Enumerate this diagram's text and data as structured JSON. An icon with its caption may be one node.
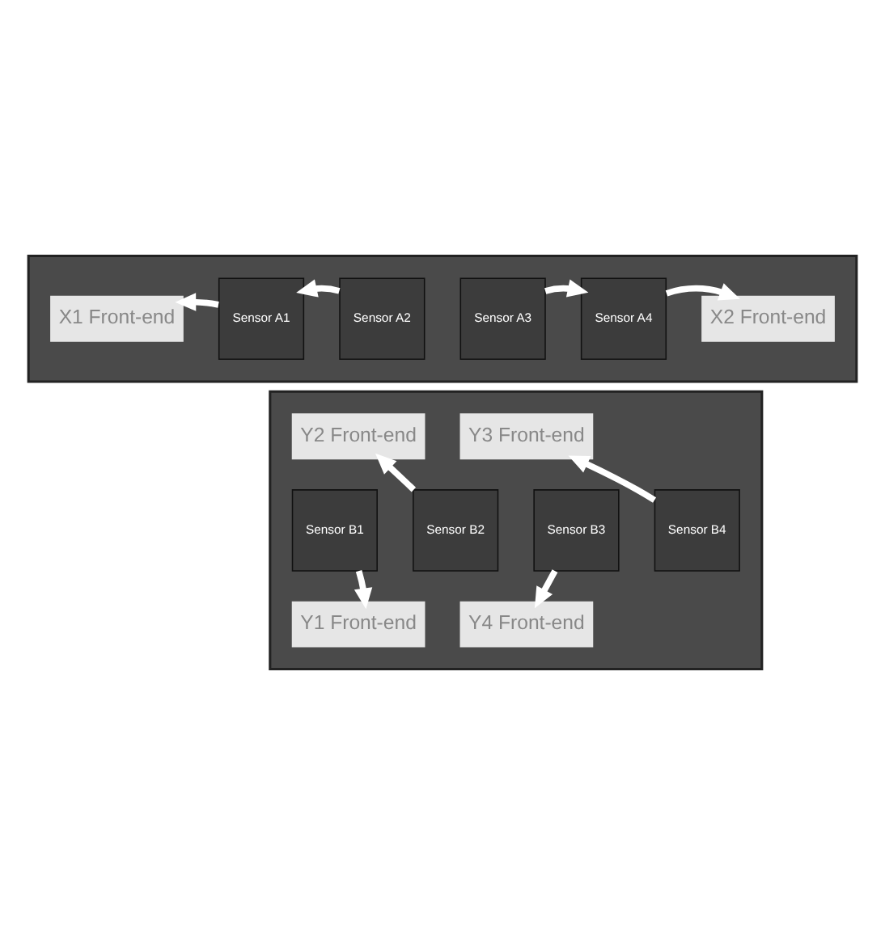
{
  "diagram": {
    "nodes": [
      {
        "text": [],
        "shape": "box"
      },
      {
        "text": [
          "X1 Front-end"
        ],
        "in": 0
      },
      {
        "text": [
          "Sensor A1"
        ],
        "in": 0
      },
      {
        "text": [
          "Sensor A2"
        ],
        "in": 0
      },
      {
        "text": [
          "Sensor A3"
        ],
        "in": 0
      },
      {
        "text": [
          "Sensor A4"
        ],
        "in": 0
      },
      {
        "text": [
          "X2 Front-end"
        ],
        "in": 0
      },
      {
        "text": [],
        "shape": "box"
      },
      {
        "text": [
          "Y2 Front-end"
        ],
        "in": 7
      },
      {
        "text": [
          "Y3 Front-end"
        ],
        "in": 7
      },
      {
        "text": [
          "Sensor B1"
        ],
        "in": 7
      },
      {
        "text": [
          "Sensor B2"
        ],
        "in": 7
      },
      {
        "text": [
          "Sensor B3"
        ],
        "in": 7
      },
      {
        "text": [
          "Sensor B4"
        ],
        "in": 7
      },
      {
        "text": [
          "Y1 Front-end"
        ],
        "in": 7
      },
      {
        "text": [
          "Y4 Front-end"
        ],
        "in": 7
      }
    ],
    "edges": [
      {
        "from": 2,
        "to": 1,
        "arrow": "to"
      },
      {
        "from": 3,
        "to": 2,
        "arrow": "to"
      },
      {
        "from": 4,
        "to": 5,
        "arrow": "to"
      },
      {
        "from": 5,
        "to": 6,
        "arrow": "to"
      },
      {
        "from": 10,
        "to": 14,
        "arrow": "to"
      },
      {
        "from": 11,
        "to": 8,
        "arrow": "to"
      },
      {
        "from": 12,
        "to": 15,
        "arrow": "to"
      },
      {
        "from": 13,
        "to": 9,
        "arrow": "to"
      }
    ]
  }
}
